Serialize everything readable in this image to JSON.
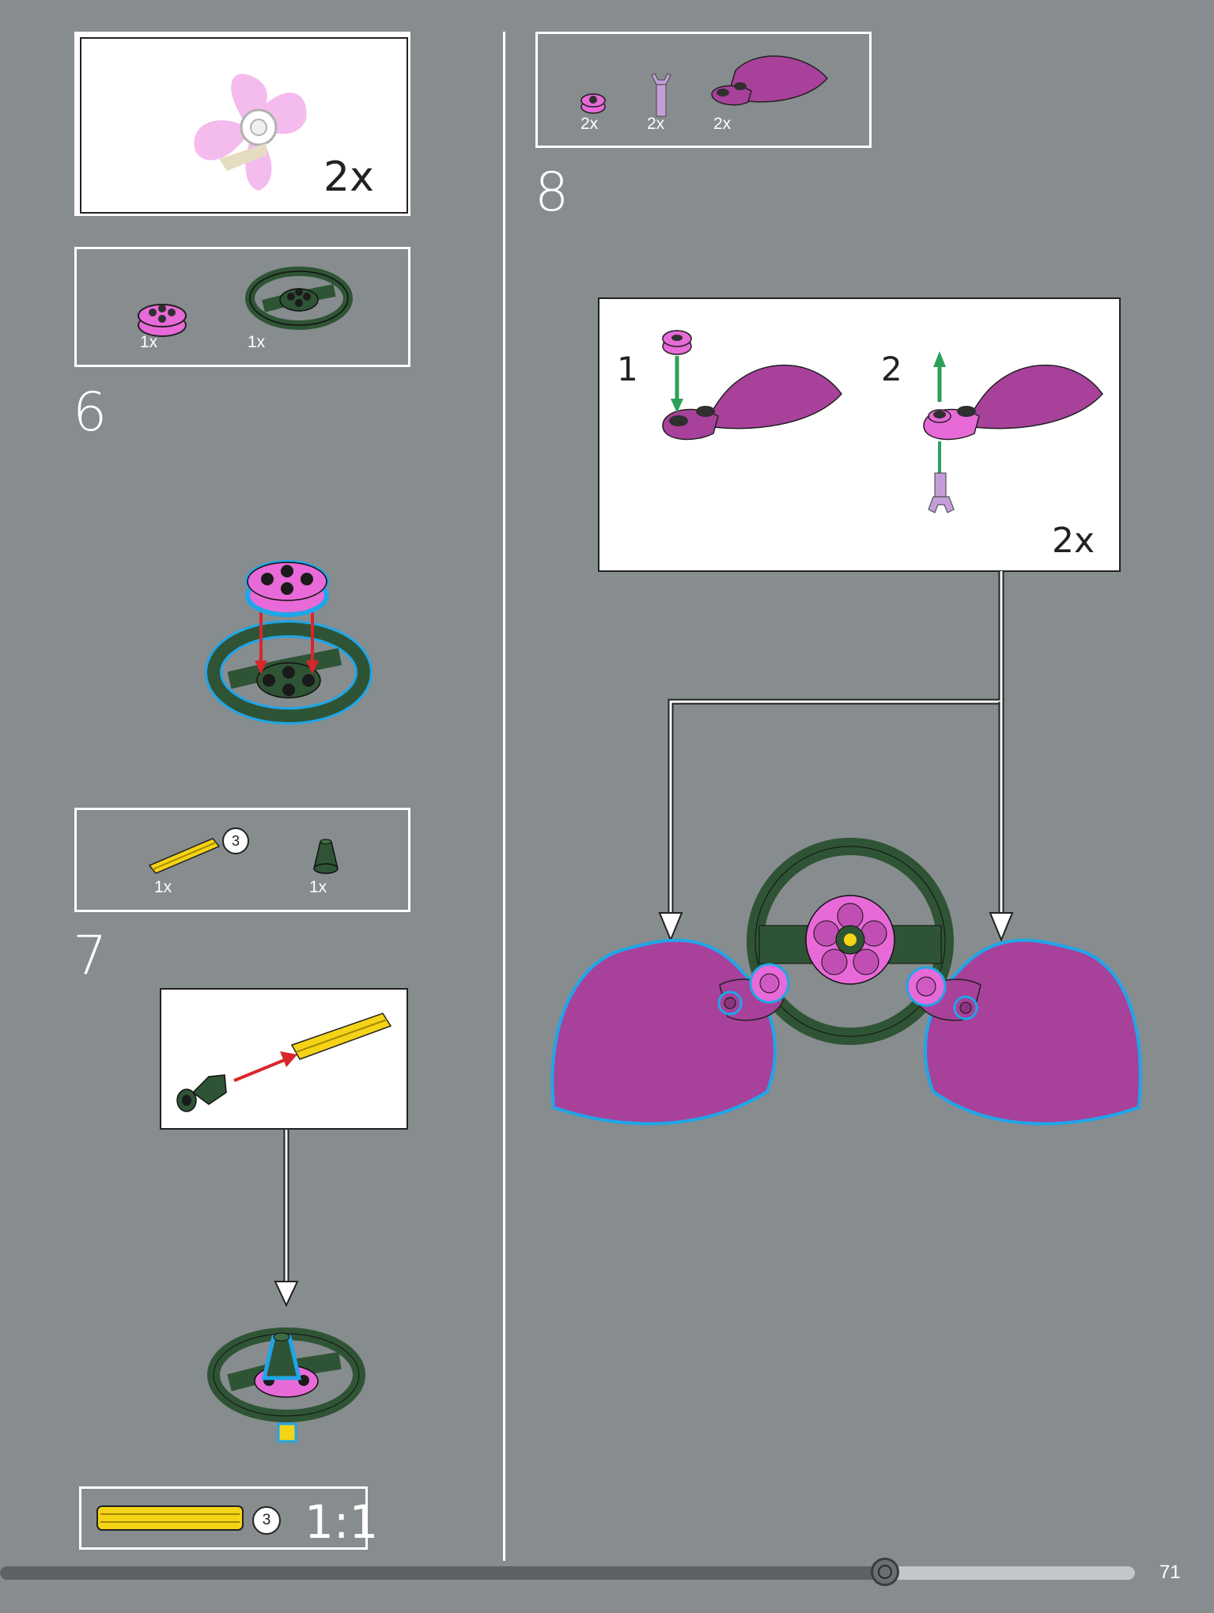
{
  "colors": {
    "background": "#878c8e",
    "dark_green": "#2f5435",
    "magenta": "#a8419a",
    "pink": "#e86ad8",
    "yellow": "#f5d316",
    "highlight_blue": "#1fa6e8",
    "arrow_red": "#d9262b",
    "arrow_green": "#2ca05a",
    "lavender": "#c49ed8"
  },
  "callout_top": {
    "multiplier": "2x"
  },
  "step6": {
    "number": "6",
    "parts": [
      {
        "qty": "1x",
        "name": "pink-round-plate-2x2",
        "color": "pink"
      },
      {
        "qty": "1x",
        "name": "dark-green-steering-wheel",
        "color": "dark_green"
      }
    ]
  },
  "step7": {
    "number": "7",
    "parts": [
      {
        "qty": "1x",
        "name": "yellow-axle",
        "length_badge": "3",
        "color": "yellow"
      },
      {
        "qty": "1x",
        "name": "dark-green-cone",
        "color": "dark_green"
      }
    ]
  },
  "scale_box": {
    "badge": "3",
    "ratio": "1:1"
  },
  "step8": {
    "number": "8",
    "parts": [
      {
        "qty": "2x",
        "name": "pink-round-plate-1x1",
        "color": "pink"
      },
      {
        "qty": "2x",
        "name": "lavender-stem-clip",
        "color": "lavender"
      },
      {
        "qty": "2x",
        "name": "magenta-petal",
        "color": "magenta"
      }
    ],
    "substeps": [
      "1",
      "2"
    ],
    "multiplier": "2x"
  },
  "footer": {
    "page_number": "71",
    "progress": 0.78
  }
}
